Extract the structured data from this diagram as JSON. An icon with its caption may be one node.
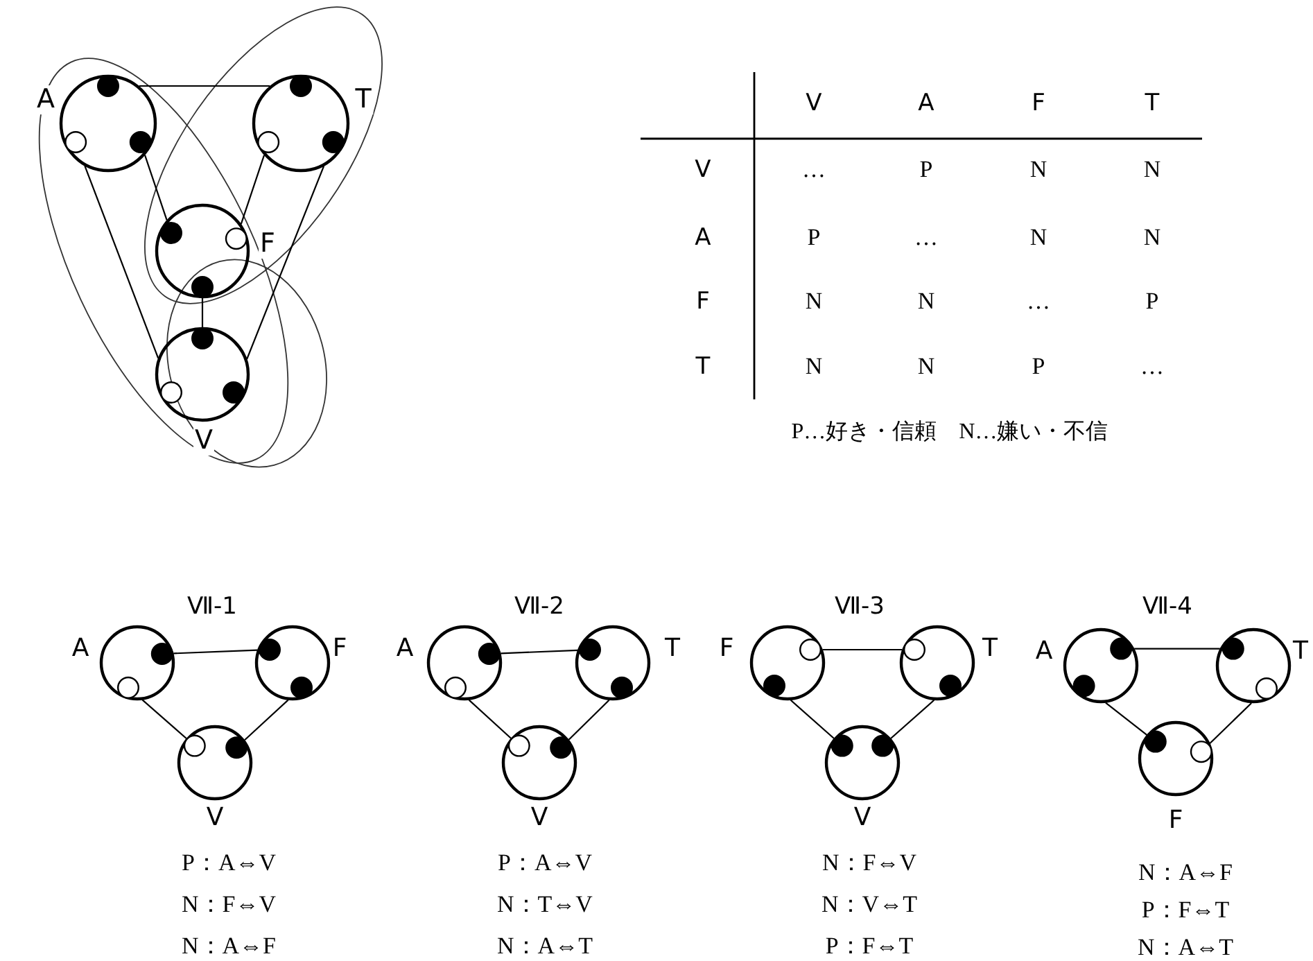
{
  "diagram": {
    "nodes": [
      {
        "text": [
          "A"
        ]
      },
      {
        "text": [
          "T"
        ]
      },
      {
        "text": [
          "F"
        ]
      },
      {
        "text": [
          "V"
        ]
      },
      {
        "text": [
          "A"
        ]
      },
      {
        "text": [
          "F"
        ]
      },
      {
        "text": [
          "V"
        ]
      },
      {
        "text": [
          "A"
        ]
      },
      {
        "text": [
          "T"
        ]
      },
      {
        "text": [
          "V"
        ]
      },
      {
        "text": [
          "F"
        ]
      },
      {
        "text": [
          "T"
        ]
      },
      {
        "text": [
          "V"
        ]
      },
      {
        "text": [
          "A"
        ]
      },
      {
        "text": [
          "T"
        ]
      },
      {
        "text": [
          "F"
        ]
      }
    ],
    "edges": [
      {
        "from": 0,
        "to": 1,
        "arrow": "none"
      },
      {
        "from": 0,
        "to": 2,
        "arrow": "none"
      },
      {
        "from": 0,
        "to": 3,
        "arrow": "none"
      },
      {
        "from": 1,
        "to": 2,
        "arrow": "none"
      },
      {
        "from": 1,
        "to": 3,
        "arrow": "none"
      },
      {
        "from": 2,
        "to": 3,
        "arrow": "none"
      },
      {
        "from": 4,
        "to": 5,
        "arrow": "none"
      },
      {
        "from": 4,
        "to": 6,
        "arrow": "none"
      },
      {
        "from": 5,
        "to": 6,
        "arrow": "none"
      },
      {
        "from": 7,
        "to": 8,
        "arrow": "none"
      },
      {
        "from": 7,
        "to": 9,
        "arrow": "none"
      },
      {
        "from": 8,
        "to": 9,
        "arrow": "none"
      },
      {
        "from": 10,
        "to": 11,
        "arrow": "none"
      },
      {
        "from": 10,
        "to": 12,
        "arrow": "none"
      },
      {
        "from": 11,
        "to": 12,
        "arrow": "none"
      },
      {
        "from": 13,
        "to": 14,
        "arrow": "none"
      },
      {
        "from": 13,
        "to": 15,
        "arrow": "none"
      },
      {
        "from": 14,
        "to": 15,
        "arrow": "none"
      }
    ],
    "labels": [
      "V",
      "A",
      "F",
      "T",
      "V",
      "…",
      "P",
      "N",
      "N",
      "A",
      "P",
      "…",
      "N",
      "N",
      "F",
      "N",
      "N",
      "…",
      "P",
      "T",
      "N",
      "N",
      "P",
      "…",
      "P…好き・信頼　N…嫌い・不信",
      "Ⅶ-1",
      "P：A⇔V",
      "N：F⇔V",
      "N：A⇔F",
      "Ⅶ-2",
      "P：A⇔V",
      "N：T⇔V",
      "N：A⇔T",
      "Ⅶ-3",
      "N：F⇔V",
      "N：V⇔T",
      "P：F⇔T",
      "Ⅶ-4",
      "N：A⇔F",
      "P：F⇔T",
      "N：A⇔T"
    ]
  }
}
